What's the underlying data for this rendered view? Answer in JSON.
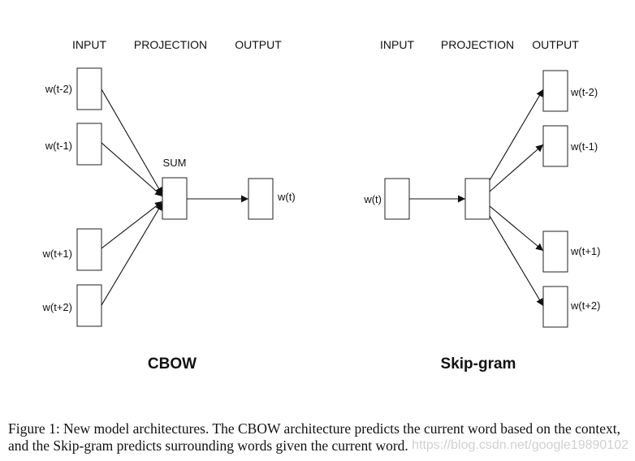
{
  "cbow": {
    "headers": {
      "input": "INPUT",
      "projection": "PROJECTION",
      "output": "OUTPUT"
    },
    "inputs": [
      "w(t-2)",
      "w(t-1)",
      "w(t+1)",
      "w(t+2)"
    ],
    "sum_label": "SUM",
    "output": "w(t)",
    "title": "CBOW"
  },
  "skipgram": {
    "headers": {
      "input": "INPUT",
      "projection": "PROJECTION",
      "output": "OUTPUT"
    },
    "input": "w(t)",
    "outputs": [
      "w(t-2)",
      "w(t-1)",
      "w(t+1)",
      "w(t+2)"
    ],
    "title": "Skip-gram"
  },
  "caption": "Figure 1: New model architectures. The CBOW architecture predicts the current word based on the context, and the Skip-gram predicts surrounding words given the current word.",
  "watermark": "https://blog.csdn.net/google19890102"
}
